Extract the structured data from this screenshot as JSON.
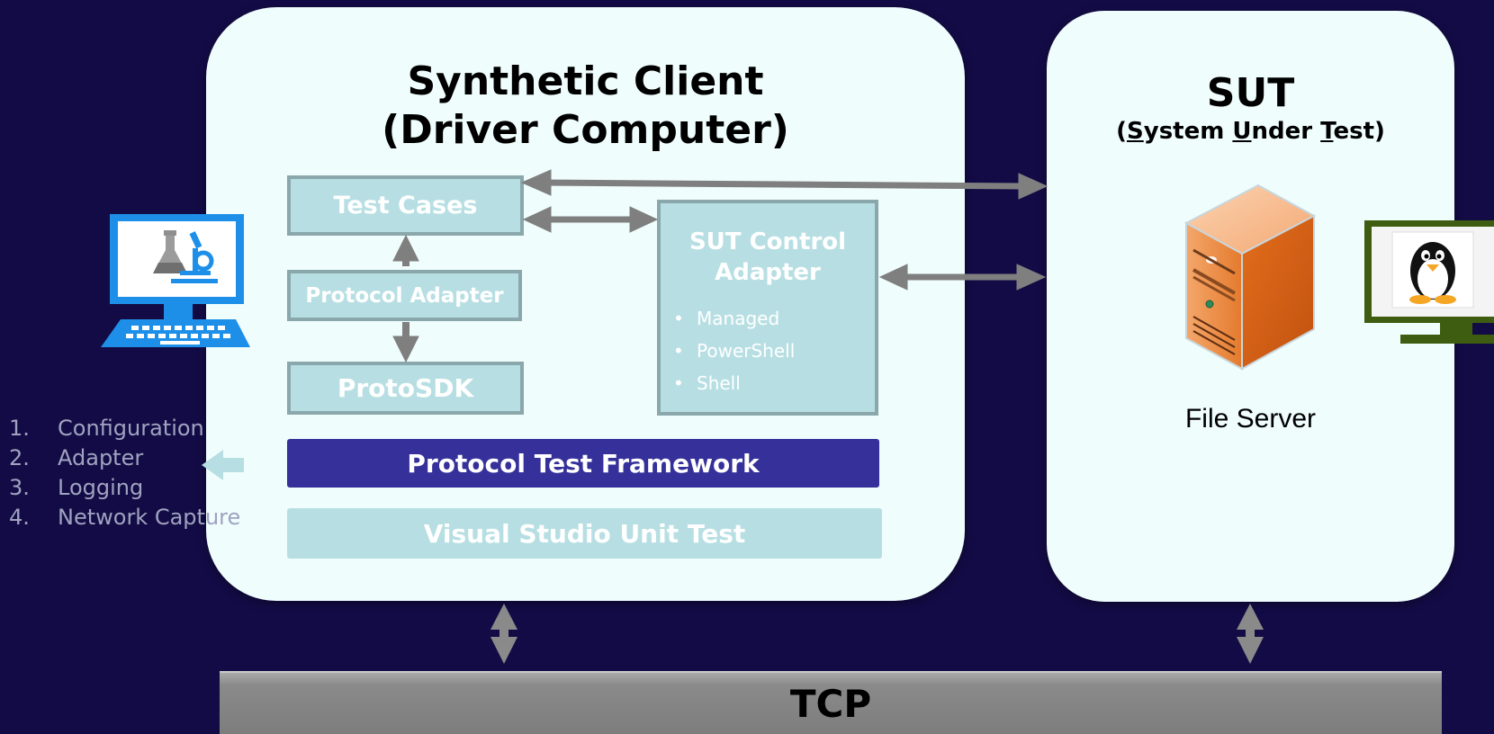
{
  "client": {
    "title_line1": "Synthetic Client",
    "title_line2": "(Driver Computer)"
  },
  "sut": {
    "title": "SUT",
    "subtitle_parts": [
      "(",
      "S",
      "ystem ",
      "U",
      "nder ",
      "T",
      "est)"
    ],
    "server_label": "File Server"
  },
  "boxes": {
    "test_cases": "Test Cases",
    "protocol_adapter": "Protocol Adapter",
    "protosdk": "ProtoSDK",
    "sut_control_adapter": "SUT Control\nAdapter",
    "sut_control_items": [
      "Managed",
      "PowerShell",
      "Shell"
    ]
  },
  "bars": {
    "ptf": "Protocol Test Framework",
    "vsut": "Visual Studio Unit Test",
    "tcp": "TCP"
  },
  "side_list": [
    {
      "num": "1.",
      "label": "Configuration"
    },
    {
      "num": "2.",
      "label": "Adapter"
    },
    {
      "num": "3.",
      "label": "Logging"
    },
    {
      "num": "4.",
      "label": "Network Capture"
    }
  ],
  "icons": {
    "client_computer": "laptop-lab-icon",
    "server": "server-tower-icon",
    "linux_monitor": "linux-penguin-monitor-icon"
  },
  "colors": {
    "background": "#130b45",
    "panel": "#f0fdfd",
    "box_fill": "#b7dfe3",
    "box_border": "#8aa8ab",
    "ptf_bar": "#35309a",
    "arrow": "#7f7f7f",
    "tcp_bar": "#8a8a8a",
    "laptop_blue": "#1e8fe8",
    "server_orange": "#e87a2c",
    "monitor_green": "#3e5d10"
  }
}
